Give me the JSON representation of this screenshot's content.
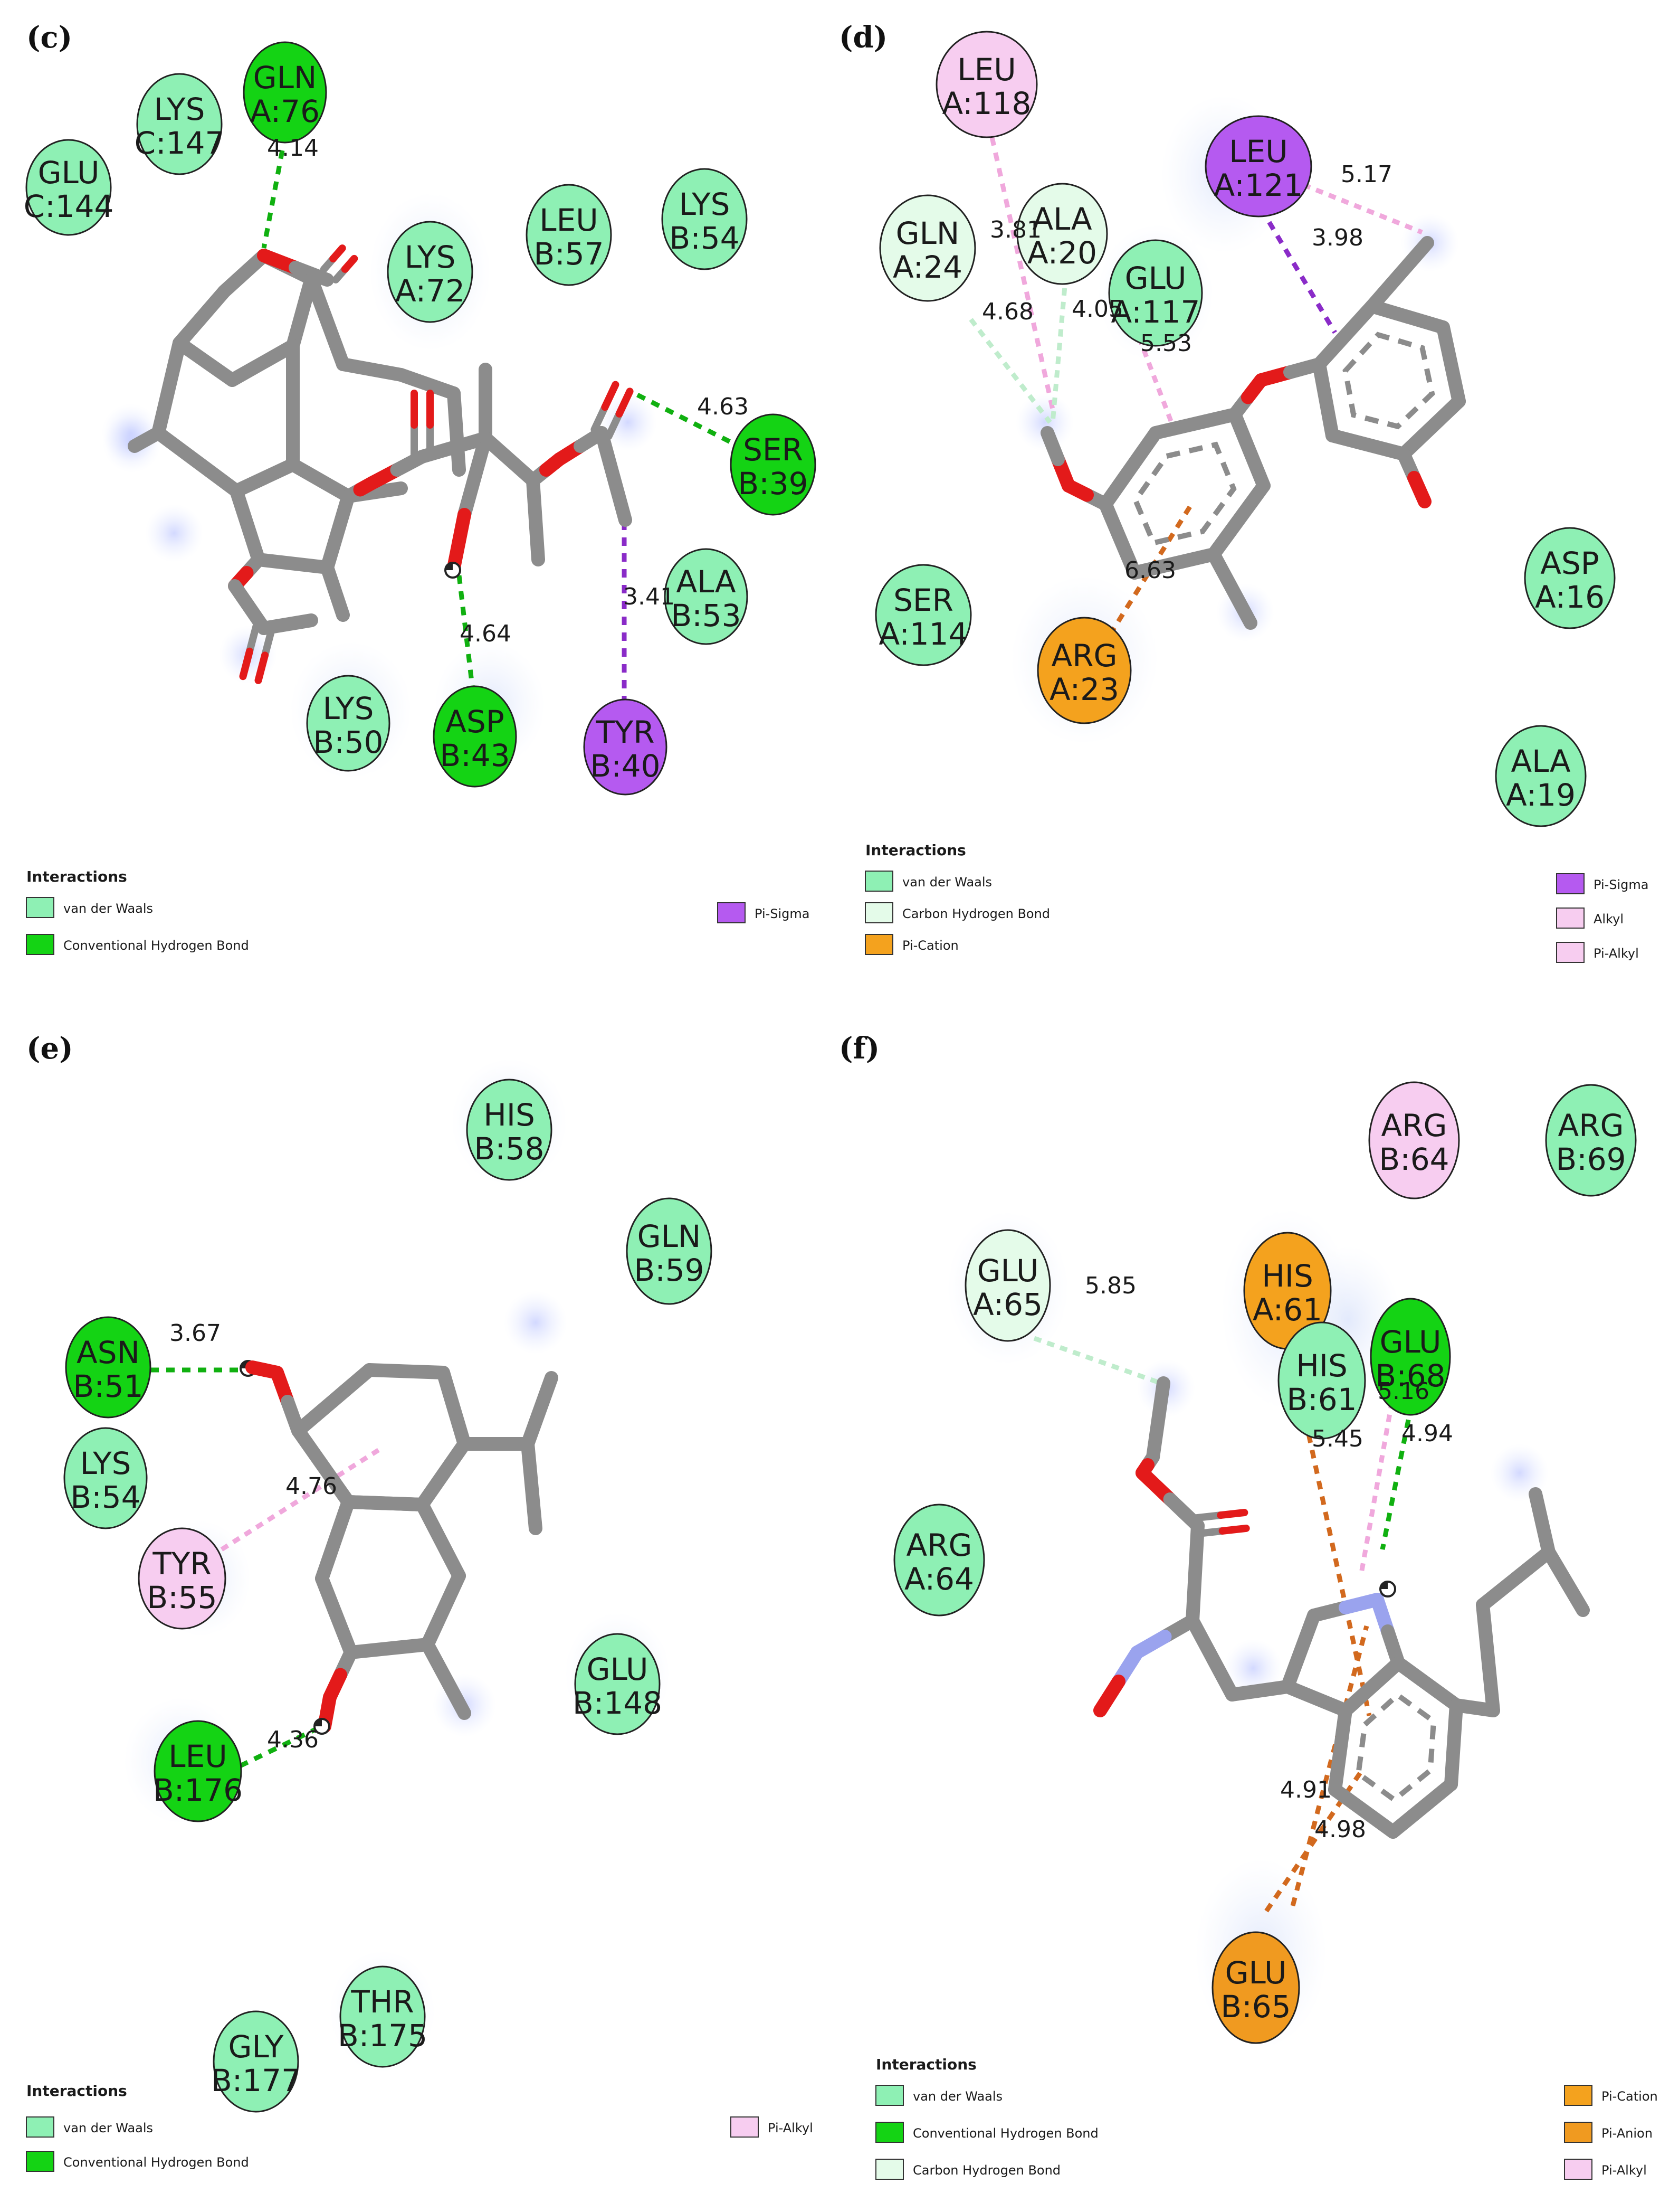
{
  "colors": {
    "van der Waals": "#8ef0b4",
    "Conventional Hydrogen Bond": "#14d314",
    "Carbon Hydrogen Bond": "#e4fbe9",
    "Pi-Cation": "#f4a21e",
    "Pi-Anion": "#f09a20",
    "Pi-Sigma": "#b55af0",
    "Alkyl": "#f7cdf0",
    "Pi-Alkyl": "#f7cdf0",
    "bond": "#8c8c8c",
    "oxygen": "#e31a1a",
    "nitrogen": "#9aa3ee",
    "hbond_line": "#10b010",
    "ch_line": "#bfeccc",
    "pi_sigma_line": "#8a2bc8",
    "alkyl_line": "#f0a8dc",
    "pi_charge_line": "#d2691e"
  },
  "legend_title": "Interactions",
  "panels": [
    {
      "id": "c",
      "label": "(c)",
      "residues": [
        {
          "name": "GLN",
          "id": "A:76",
          "type": "Conventional Hydrogen Bond"
        },
        {
          "name": "LYS",
          "id": "C:147",
          "type": "van der Waals"
        },
        {
          "name": "GLU",
          "id": "C:144",
          "type": "van der Waals"
        },
        {
          "name": "LYS",
          "id": "A:72",
          "type": "van der Waals"
        },
        {
          "name": "LEU",
          "id": "B:57",
          "type": "van der Waals"
        },
        {
          "name": "LYS",
          "id": "B:54",
          "type": "van der Waals"
        },
        {
          "name": "SER",
          "id": "B:39",
          "type": "Conventional Hydrogen Bond"
        },
        {
          "name": "ALA",
          "id": "B:53",
          "type": "van der Waals"
        },
        {
          "name": "TYR",
          "id": "B:40",
          "type": "Pi-Sigma"
        },
        {
          "name": "ASP",
          "id": "B:43",
          "type": "Conventional Hydrogen Bond"
        },
        {
          "name": "LYS",
          "id": "B:50",
          "type": "van der Waals"
        }
      ],
      "distances": [
        "4.14",
        "4.63",
        "3.41",
        "4.64"
      ],
      "legend": [
        "van der Waals",
        "Conventional Hydrogen Bond",
        "Pi-Sigma"
      ]
    },
    {
      "id": "d",
      "label": "(d)",
      "residues": [
        {
          "name": "LEU",
          "id": "A:118",
          "type": "Alkyl"
        },
        {
          "name": "LEU",
          "id": "A:121",
          "type": "Pi-Sigma"
        },
        {
          "name": "GLN",
          "id": "A:24",
          "type": "Carbon Hydrogen Bond"
        },
        {
          "name": "ALA",
          "id": "A:20",
          "type": "Carbon Hydrogen Bond"
        },
        {
          "name": "GLU",
          "id": "A:117",
          "type": "van der Waals"
        },
        {
          "name": "SER",
          "id": "A:114",
          "type": "van der Waals"
        },
        {
          "name": "ARG",
          "id": "A:23",
          "type": "Pi-Cation"
        },
        {
          "name": "ASP",
          "id": "A:16",
          "type": "van der Waals"
        },
        {
          "name": "ALA",
          "id": "A:19",
          "type": "van der Waals"
        }
      ],
      "distances": [
        "3.81",
        "5.17",
        "3.98",
        "4.68",
        "4.05",
        "5.53",
        "6.63"
      ],
      "legend": [
        "van der Waals",
        "Carbon Hydrogen Bond",
        "Pi-Cation",
        "Pi-Sigma",
        "Alkyl",
        "Pi-Alkyl"
      ]
    },
    {
      "id": "e",
      "label": "(e)",
      "residues": [
        {
          "name": "HIS",
          "id": "B:58",
          "type": "van der Waals"
        },
        {
          "name": "GLN",
          "id": "B:59",
          "type": "van der Waals"
        },
        {
          "name": "ASN",
          "id": "B:51",
          "type": "Conventional Hydrogen Bond"
        },
        {
          "name": "LYS",
          "id": "B:54",
          "type": "van der Waals"
        },
        {
          "name": "TYR",
          "id": "B:55",
          "type": "Pi-Alkyl"
        },
        {
          "name": "GLU",
          "id": "B:148",
          "type": "van der Waals"
        },
        {
          "name": "LEU",
          "id": "B:176",
          "type": "Conventional Hydrogen Bond"
        },
        {
          "name": "THR",
          "id": "B:175",
          "type": "van der Waals"
        },
        {
          "name": "GLY",
          "id": "B:177",
          "type": "van der Waals"
        }
      ],
      "distances": [
        "3.67",
        "4.76",
        "4.36"
      ],
      "legend": [
        "van der Waals",
        "Conventional Hydrogen Bond",
        "Pi-Alkyl"
      ]
    },
    {
      "id": "f",
      "label": "(f)",
      "residues": [
        {
          "name": "ARG",
          "id": "B:69",
          "type": "van der Waals"
        },
        {
          "name": "ARG",
          "id": "B:64",
          "type": "Pi-Alkyl"
        },
        {
          "name": "GLU",
          "id": "A:65",
          "type": "Carbon Hydrogen Bond"
        },
        {
          "name": "HIS",
          "id": "A:61",
          "type": "Pi-Cation"
        },
        {
          "name": "HIS",
          "id": "B:61",
          "type": "van der Waals"
        },
        {
          "name": "GLU",
          "id": "B:68",
          "type": "Conventional Hydrogen Bond"
        },
        {
          "name": "ARG",
          "id": "A:64",
          "type": "van der Waals"
        },
        {
          "name": "GLU",
          "id": "B:65",
          "type": "Pi-Anion"
        }
      ],
      "distances": [
        "5.85",
        "5.16",
        "5.45",
        "4.94",
        "4.91",
        "4.98"
      ],
      "legend": [
        "van der Waals",
        "Conventional Hydrogen Bond",
        "Carbon Hydrogen Bond",
        "Pi-Cation",
        "Pi-Anion",
        "Pi-Alkyl"
      ]
    }
  ]
}
